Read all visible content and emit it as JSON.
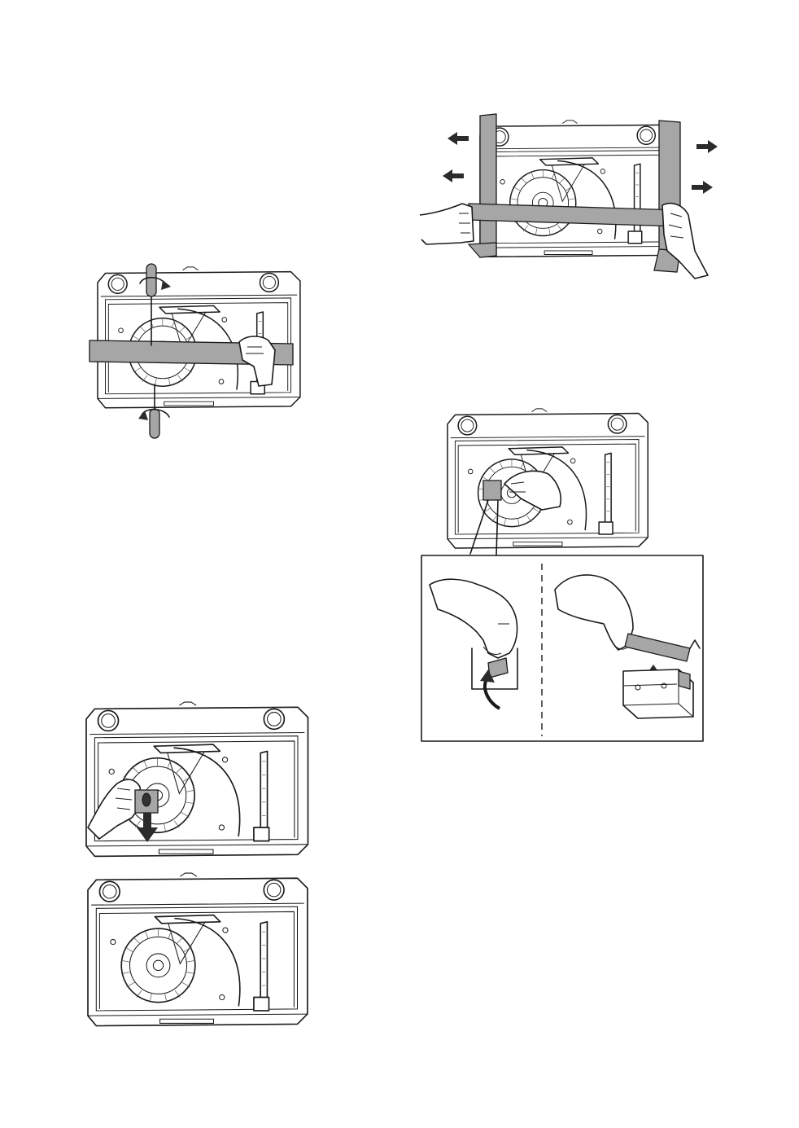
{
  "figures": [
    {
      "id": "figure-1"
    },
    {
      "id": "figure-2"
    },
    {
      "id": "figure-3"
    },
    {
      "id": "figure-4"
    },
    {
      "id": "figure-5"
    }
  ]
}
